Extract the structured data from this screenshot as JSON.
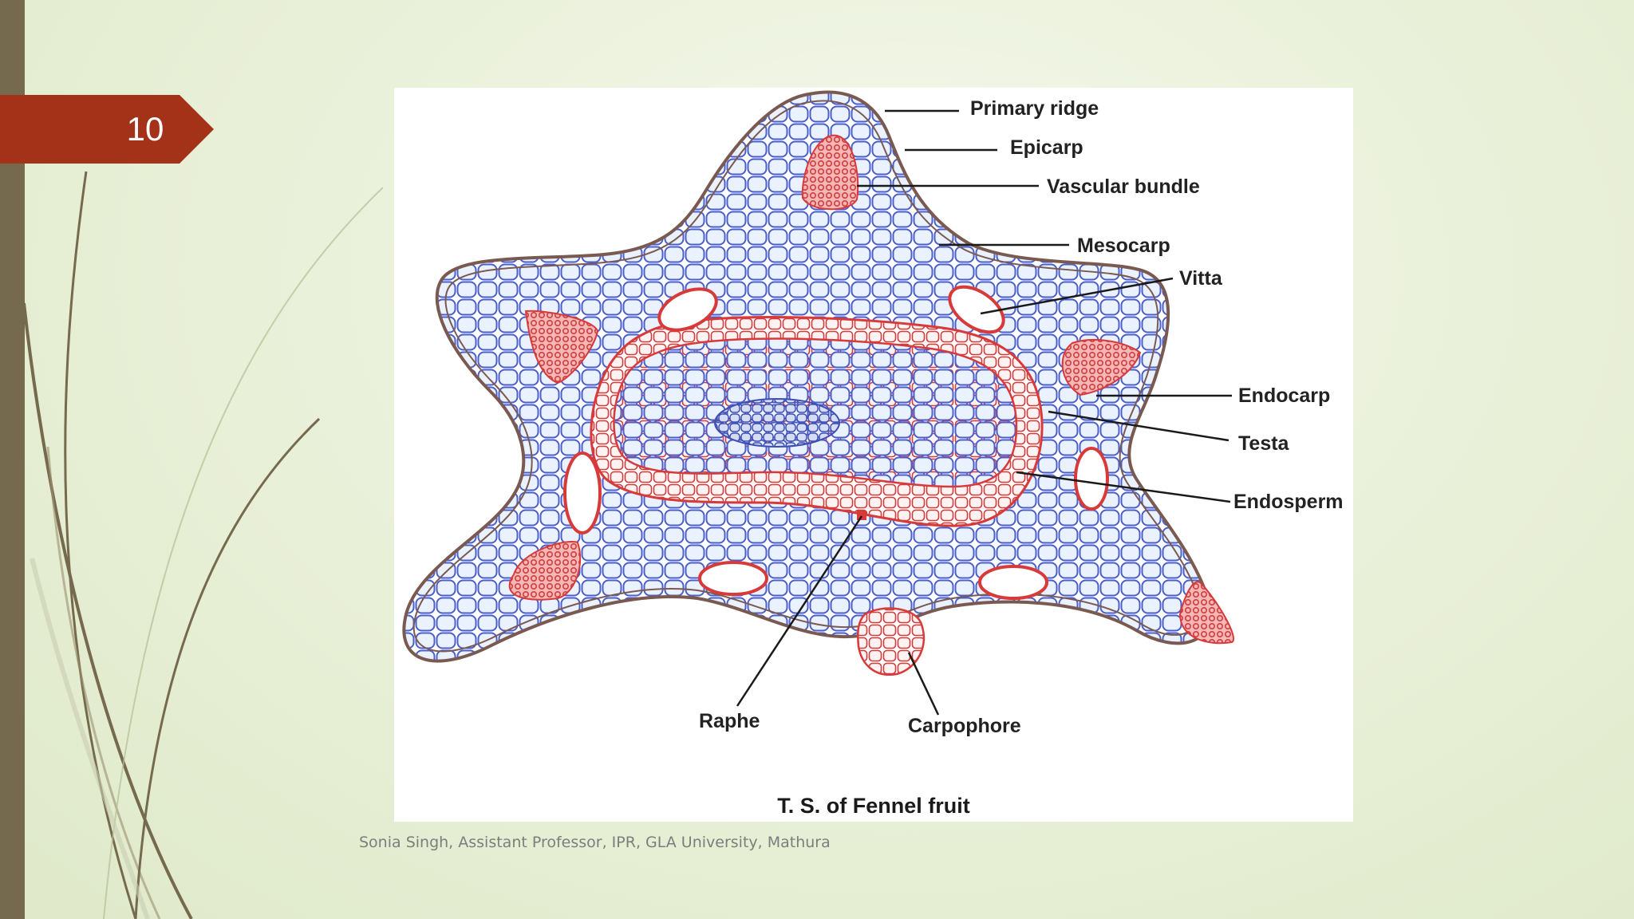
{
  "slide": {
    "number": "10",
    "footer": "Sonia Singh, Assistant Professor, IPR, GLA University, Mathura"
  },
  "diagram": {
    "caption": "T. S. of Fennel fruit",
    "labels": {
      "primary_ridge": "Primary ridge",
      "epicarp": "Epicarp",
      "vascular_bundle": "Vascular bundle",
      "mesocarp": "Mesocarp",
      "vitta": "Vitta",
      "endocarp": "Endocarp",
      "testa": "Testa",
      "endosperm": "Endosperm",
      "raphe": "Raphe",
      "carpophore": "Carpophore"
    }
  },
  "colors": {
    "accent_tag": "#a33219",
    "left_bar": "#766a4e",
    "cell_outline": "#4a5fcc",
    "cell_fill": "#eaf1ff",
    "tissue_red": "#d83a3a",
    "outline_brown": "#7a5a50"
  }
}
